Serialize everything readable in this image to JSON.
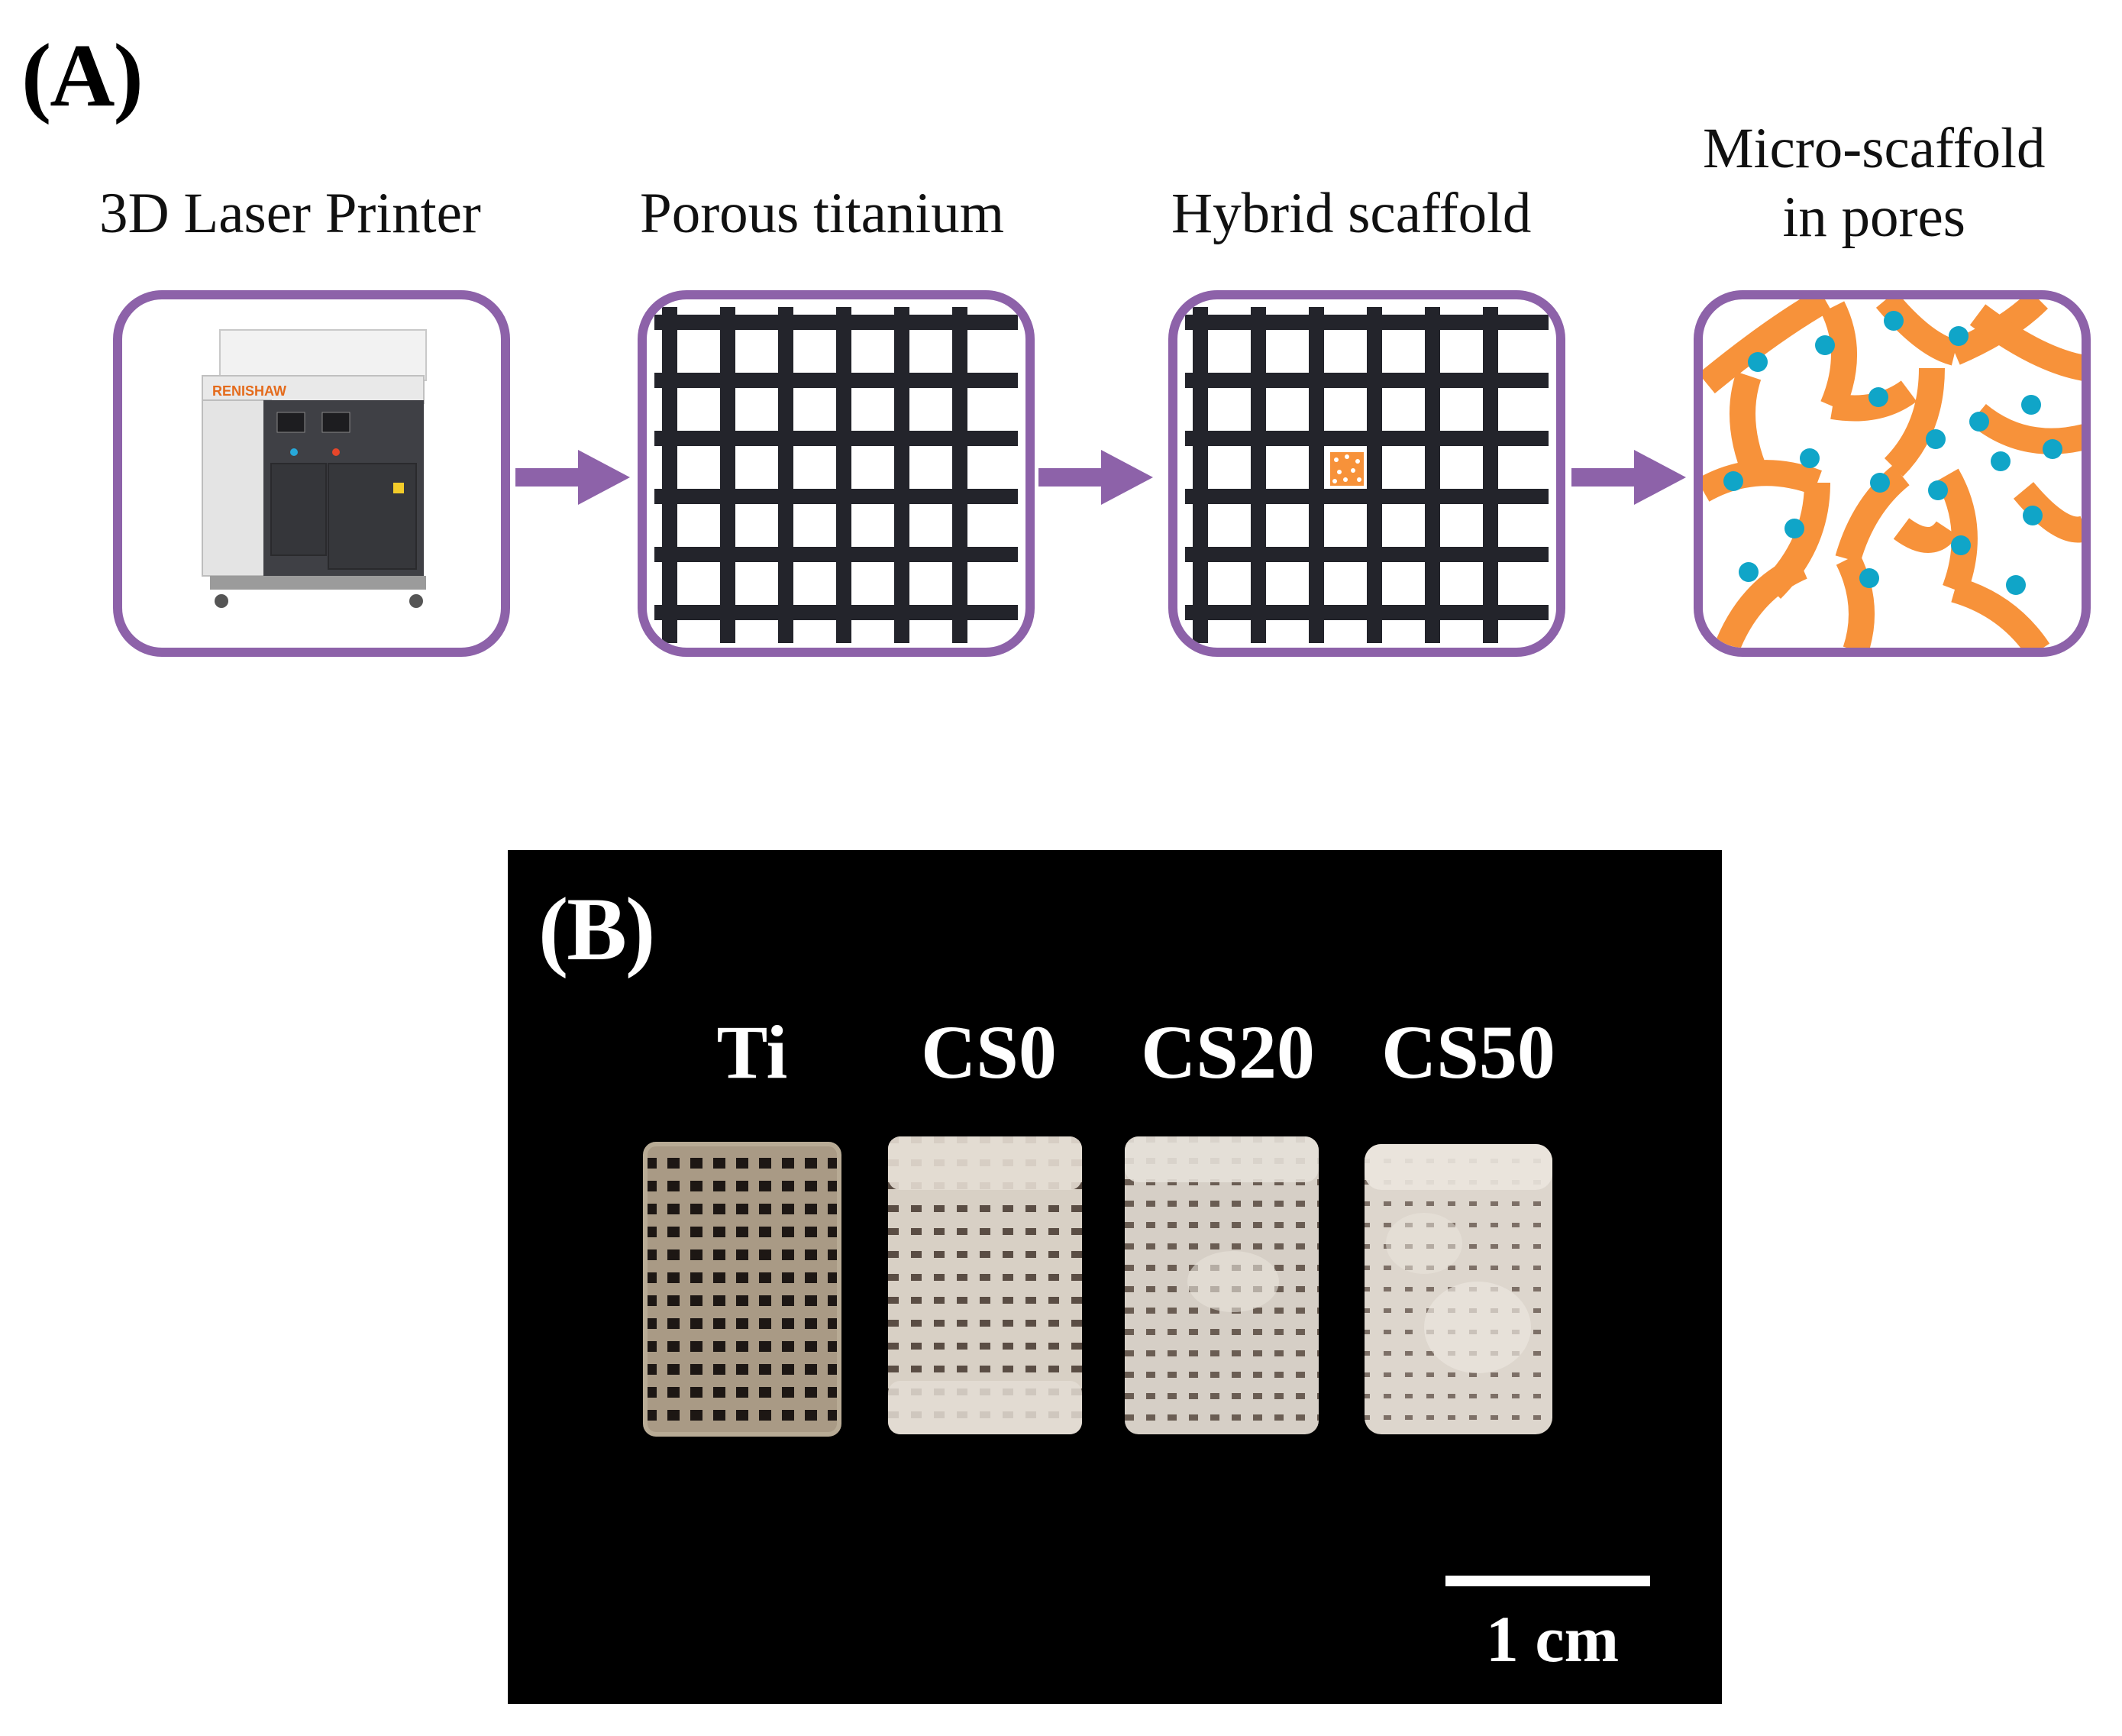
{
  "panel_a": {
    "label": "(A)",
    "steps": [
      {
        "caption": "3D Laser Printer",
        "icon": "printer-icon",
        "badge": "RENISHAW"
      },
      {
        "caption": "Porous titanium",
        "icon": "lattice-icon"
      },
      {
        "caption": "Hybrid scaffold",
        "icon": "hybrid-lattice-icon"
      },
      {
        "caption_line1": "Micro-scaffold",
        "caption_line2": "in pores",
        "icon": "micro-scaffold-icon"
      }
    ]
  },
  "panel_b": {
    "label": "(B)",
    "samples": [
      "Ti",
      "CS0",
      "CS20",
      "CS50"
    ],
    "scale_bar_label": "1 cm"
  },
  "colors": {
    "box_border": "#8d62a9",
    "arrow": "#8d62a9",
    "lattice": "#23242b",
    "scaffold": "#f7923a",
    "cells": "#10a5c8",
    "photo_background": "#000000"
  }
}
